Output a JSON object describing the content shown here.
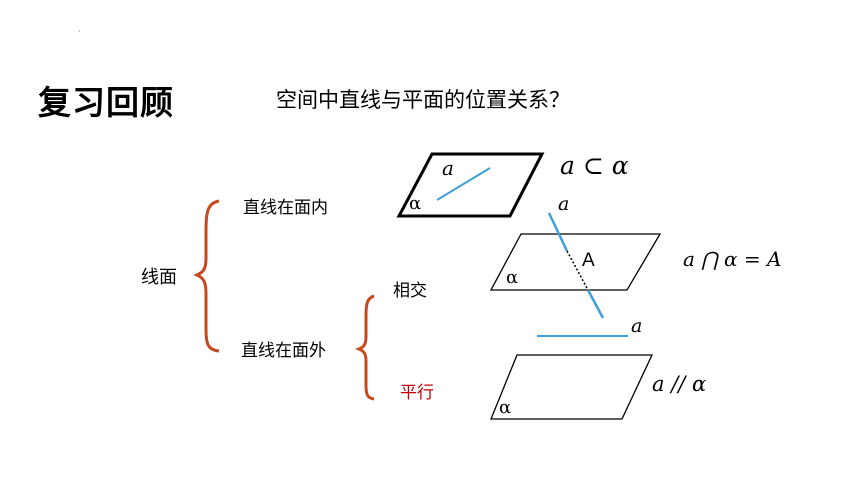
{
  "title": "复习回顾",
  "question": "空间中直线与平面的位置关系？",
  "top_mark": "·",
  "tree": {
    "root": "线面",
    "in_plane": "直线在面内",
    "out_plane": "直线在面外",
    "intersect": "相交",
    "parallel": "平行"
  },
  "figures": {
    "in_plane": {
      "line_label": "a",
      "plane_label": "α",
      "formula": "a ⊂ α"
    },
    "intersect": {
      "line_label": "a",
      "plane_label": "α",
      "point_label": "A",
      "formula": "a ⋂ α = A"
    },
    "parallel": {
      "line_label": "a",
      "plane_label": "α",
      "formula": "a // α"
    }
  },
  "colors": {
    "brace": "#c8471e",
    "line": "#3ea0d8",
    "parallel_text": "#c0000a"
  }
}
